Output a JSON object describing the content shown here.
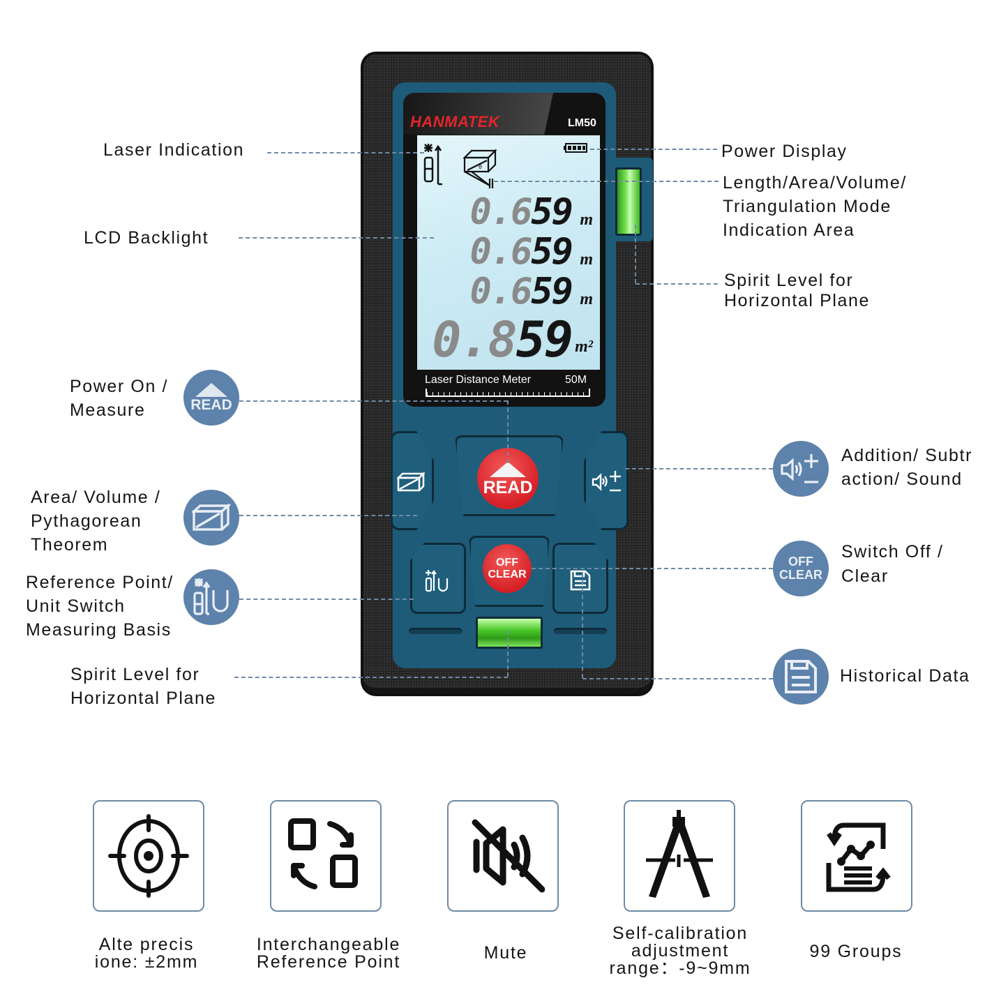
{
  "device": {
    "brand": "HANMATEK",
    "model": "LM50",
    "caption": "Laser Distance Meter",
    "range": "50M",
    "lcd": {
      "readings": [
        {
          "dim": "0.6",
          "bright": "59",
          "unit": "m"
        },
        {
          "dim": "0.6",
          "bright": "59",
          "unit": "m"
        },
        {
          "dim": "0.6",
          "bright": "59",
          "unit": "m"
        },
        {
          "dim": "0.8",
          "bright": "59",
          "unit": "m²"
        }
      ]
    },
    "buttons": {
      "read": "READ",
      "off": "OFF",
      "clear": "CLEAR"
    }
  },
  "callouts_left": [
    {
      "label": "Laser Indication"
    },
    {
      "label": "LCD Backlight"
    },
    {
      "label": "Power On /\nMeasure",
      "badge": "READ"
    },
    {
      "label": "Area/ Volume /\nPythagorean\nTheorem",
      "badge": "area-volume-icon"
    },
    {
      "label": "Reference Point/\nUnit Switch\nMeasuring Basis",
      "badge": "reference-unit-icon"
    },
    {
      "label": "Spirit Level for\nHorizontal Plane"
    }
  ],
  "callouts_right": [
    {
      "label": "Power Display"
    },
    {
      "label": "Length/Area/Volume/\nTriangulation Mode\nIndication Area"
    },
    {
      "label": "Spirit Level for\nHorizontal Plane"
    },
    {
      "label": "Addition/ Subtr\naction/ Sound",
      "badge": "sound-plus-minus-icon"
    },
    {
      "label": "Switch Off /\nClear",
      "badge_top": "OFF",
      "badge_bottom": "CLEAR"
    },
    {
      "label": "Historical Data",
      "badge": "floppy-disk-icon"
    }
  ],
  "features": [
    {
      "icon": "target-crosshair-icon",
      "caption": "Alte precis\nione: ±2mm"
    },
    {
      "icon": "swap-squares-icon",
      "caption": "Interchangeable\nReference Point"
    },
    {
      "icon": "mute-icon",
      "caption": "Mute"
    },
    {
      "icon": "compass-caliper-icon",
      "caption": "Self-calibration\nadjustment\nrange：-9~9mm"
    },
    {
      "icon": "history-chart-icon",
      "caption": "99 Groups"
    }
  ],
  "colors": {
    "badge": "#5d82ab",
    "faceplate": "#1e5b78",
    "button_red": "#d62027",
    "brand_red": "#e3252b",
    "lcd": "#cdebf4",
    "leader": "#6f8aa6"
  }
}
